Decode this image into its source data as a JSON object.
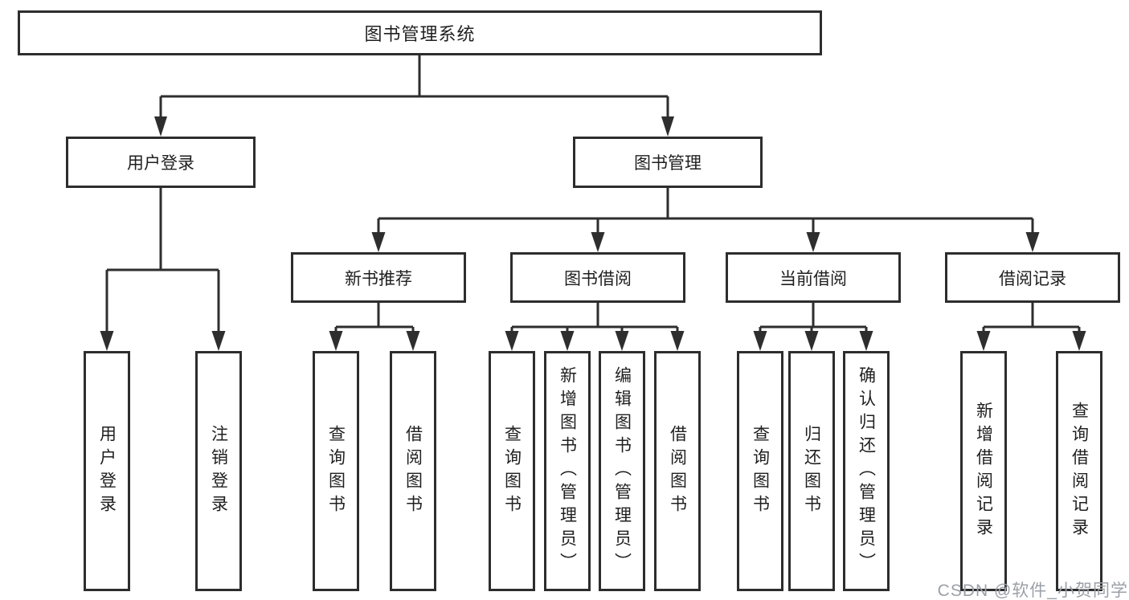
{
  "diagram": {
    "root": "图书管理系统",
    "branches": [
      {
        "label": "用户登录",
        "children": [
          "用户登录",
          "注销登录"
        ]
      },
      {
        "label": "图书管理",
        "sections": [
          {
            "label": "新书推荐",
            "children": [
              "查询图书",
              "借阅图书"
            ]
          },
          {
            "label": "图书借阅",
            "children": [
              "查询图书",
              "新增图书（管理员）",
              "编辑图书（管理员）",
              "借阅图书"
            ]
          },
          {
            "label": "当前借阅",
            "children": [
              "查询图书",
              "归还图书",
              "确认归还（管理员）"
            ]
          },
          {
            "label": "借阅记录",
            "children": [
              "新增借阅记录",
              "查询借阅记录"
            ]
          }
        ]
      }
    ]
  },
  "watermark": "CSDN @软件_小贺同学",
  "colors": {
    "line": "#2e2e2e",
    "box_border": "#2d2d2d",
    "text": "#1f1f1f",
    "watermark": "#9ba0a8",
    "background": "#ffffff"
  }
}
